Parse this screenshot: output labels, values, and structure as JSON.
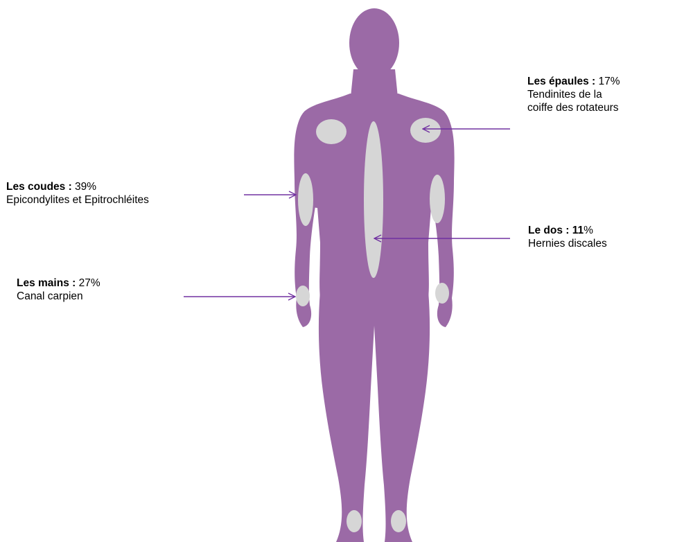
{
  "colors": {
    "body": "#9b6aa6",
    "hotspot": "#d6d6d6",
    "arrow": "#7030a0",
    "text": "#000000"
  },
  "labels": {
    "epaules": {
      "title": "Les épaules :",
      "percent": " 17%",
      "description_lines": [
        "Tendinites de la",
        "coiffe des rotateurs"
      ]
    },
    "coudes": {
      "title": "Les coudes :",
      "percent": " 39%",
      "description_lines": [
        "Epicondylites et Epitrochléites"
      ]
    },
    "dos": {
      "title": "Le dos :",
      "percent_number": " 11",
      "percent_sign": "%",
      "description_lines": [
        "Hernies discales"
      ]
    },
    "mains": {
      "title": "Les mains :",
      "percent": " 27%",
      "description_lines": [
        "Canal carpien"
      ]
    }
  }
}
